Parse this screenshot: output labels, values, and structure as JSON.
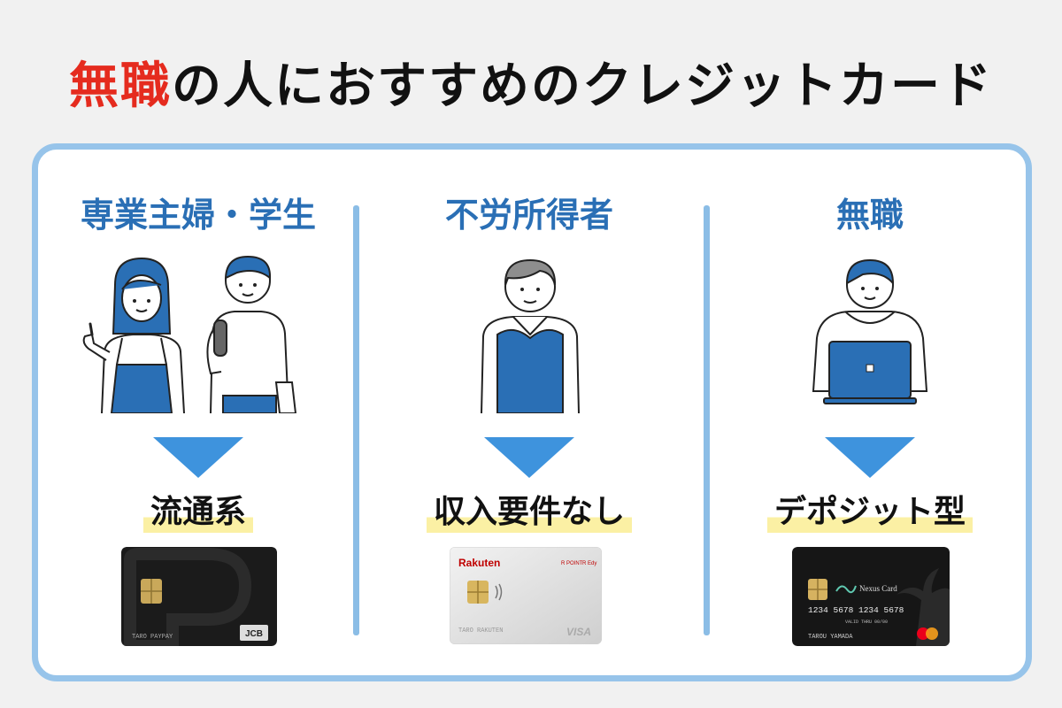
{
  "title": {
    "accent": "無職",
    "rest": "の人におすすめのクレジットカード"
  },
  "columns": [
    {
      "heading": "専業主婦・学生",
      "result": "流通系",
      "card": {
        "name_text": "TARO PAYPAY",
        "brand": "JCB"
      }
    },
    {
      "heading": "不労所得者",
      "result": "収入要件なし",
      "card": {
        "issuer": "Rakuten",
        "name_text": "TARO RAKUTEN",
        "brand": "VISA",
        "badge1": "R POINT",
        "badge2": "R Edy"
      }
    },
    {
      "heading": "無職",
      "result": "デポジット型",
      "card": {
        "issuer": "Nexus Card",
        "number": "1234 5678 1234 5678",
        "valid": "VALID THRU 00/00",
        "name_text": "TAROU YAMADA"
      }
    }
  ],
  "colors": {
    "accent_red": "#e52b1e",
    "heading_blue": "#2a6fb5",
    "panel_border": "#97c4ea",
    "arrow_blue": "#3e93dd",
    "highlight_yellow": "#fbf0a4"
  }
}
